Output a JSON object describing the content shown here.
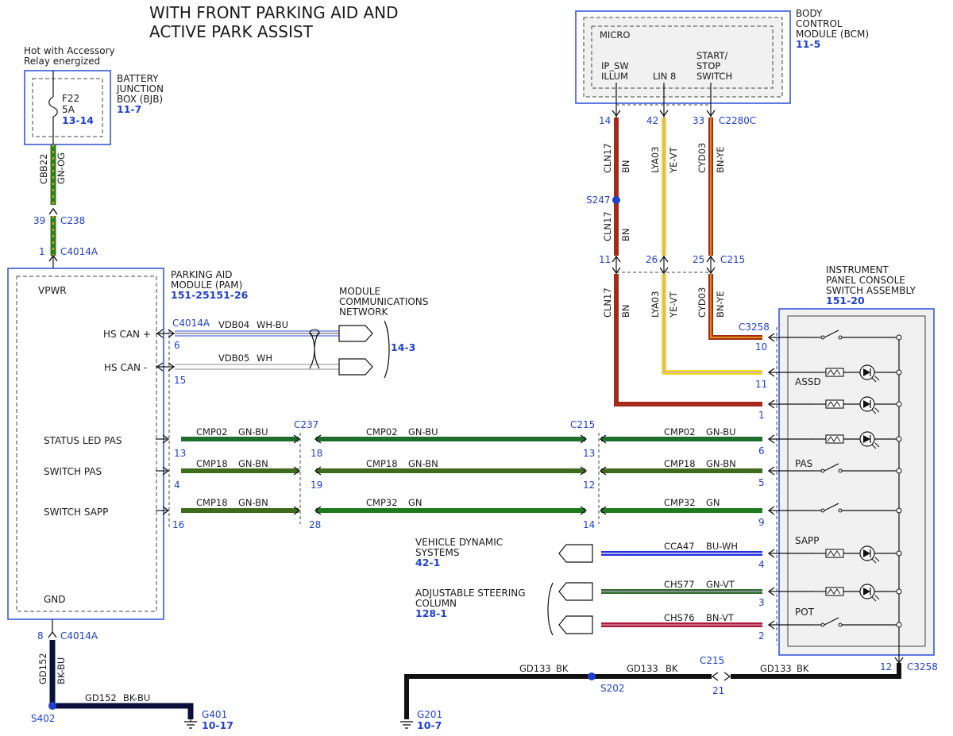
{
  "title": [
    "WITH FRONT PARKING AID AND",
    "ACTIVE PARK ASSIST"
  ],
  "colors": {
    "GN-OG": [
      "#2e7d1e",
      "#e9a21b"
    ],
    "BN": [
      "#a52a1a",
      "#a52a1a"
    ],
    "YE-VT": [
      "#f2dc1c",
      "#c9a0dc"
    ],
    "BN-YE": [
      "#a52a1a",
      "#f2b400"
    ],
    "WH-BU": [
      "#ffffff",
      "#2b4fd8"
    ],
    "WH": [
      "#ffffff",
      "#ffffff"
    ],
    "GN-BU": [
      "#1f6e2e",
      "#1f6e2e"
    ],
    "GN-BN": [
      "#3f6b1c",
      "#3f6b1c"
    ],
    "GN": [
      "#1f7a1f",
      "#1f7a1f"
    ],
    "BU-WH": [
      "#2430d8",
      "#ffffff"
    ],
    "GN-VT": [
      "#2f6e2a",
      "#b7a2d8"
    ],
    "BN-VT": [
      "#b0183c",
      "#d09ab0"
    ],
    "BK": [
      "#111111",
      "#111111"
    ],
    "BK-BU": [
      "#0a0f3c",
      "#0a0f3c"
    ],
    "box_border": "#2b4fd8",
    "pin_text": "#1f3fd1"
  },
  "power_note": [
    "Hot with Accessory",
    "Relay energized"
  ],
  "bjb": {
    "name": [
      "BATTERY",
      "JUNCTION",
      "BOX (BJB)"
    ],
    "ref": "11-7",
    "fuse": "F22",
    "rating": "5A",
    "fuse_ref": "13-14"
  },
  "pam": {
    "name": [
      "PARKING AID",
      "MODULE (PAM)"
    ],
    "ref": "151-25151-26",
    "vpwr": "VPWR",
    "gnd": "GND",
    "signals": [
      "HS CAN +",
      "HS CAN -",
      "STATUS LED PAS",
      "SWITCH PAS",
      "SWITCH SAPP"
    ]
  },
  "network": {
    "name": [
      "MODULE",
      "COMMUNICATIONS",
      "NETWORK"
    ],
    "ref": "14-3"
  },
  "bcm": {
    "name": [
      "BODY",
      "CONTROL",
      "MODULE (BCM)"
    ],
    "ref": "11-5",
    "micro": "MICRO",
    "pins": [
      [
        "IP_SW",
        "ILLUM"
      ],
      [
        "LIN 8"
      ],
      [
        "START/",
        "STOP",
        "SWITCH"
      ]
    ]
  },
  "ipc": {
    "name": [
      "INSTRUMENT",
      "PANEL CONSOLE",
      "SWITCH ASSEMBLY"
    ],
    "ref": "151-20",
    "labels": [
      "ASSD",
      "PAS",
      "SAPP",
      "POT"
    ]
  },
  "vds": {
    "name": [
      "VEHICLE DYNAMIC",
      "SYSTEMS"
    ],
    "ref": "42-1"
  },
  "asc": {
    "name": [
      "ADJUSTABLE STEERING",
      "COLUMN"
    ],
    "ref": "128-1"
  },
  "connectors": {
    "c238": "C238",
    "c4014a": "C4014A",
    "c2280c": "C2280C",
    "c215": "C215",
    "c237": "C237",
    "c3258": "C3258"
  },
  "pins": {
    "c238_39": "39",
    "c4014a_1": "1",
    "c4014a_6": "6",
    "c4014a_15": "15",
    "c4014a_13": "13",
    "c4014a_4": "4",
    "c4014a_16": "16",
    "c4014a_8": "8",
    "c237_18": "18",
    "c237_19": "19",
    "c237_28": "28",
    "c215_13": "13",
    "c215_12": "12",
    "c215_14": "14",
    "c215_11": "11",
    "c215_26": "26",
    "c215_25": "25",
    "c215_21": "21",
    "c2280c_14": "14",
    "c2280c_42": "42",
    "c2280c_33": "33",
    "c3258_10": "10",
    "c3258_11": "11",
    "c3258_1": "1",
    "c3258_6": "6",
    "c3258_5": "5",
    "c3258_9": "9",
    "c3258_4": "4",
    "c3258_3": "3",
    "c3258_2": "2",
    "c3258_12": "12"
  },
  "splices": {
    "s247": "S247",
    "s402": "S402",
    "s202": "S202"
  },
  "grounds": {
    "g401": "G401",
    "g401_ref": "10-17",
    "g201": "G201",
    "g201_ref": "10-7"
  },
  "wires": [
    {
      "circuit": "CBB22",
      "color": "GN-OG"
    },
    {
      "circuit": "VDB04",
      "color": "WH-BU"
    },
    {
      "circuit": "VDB05",
      "color": "WH"
    },
    {
      "circuit": "CLN17",
      "color": "BN"
    },
    {
      "circuit": "LYA03",
      "color": "YE-VT"
    },
    {
      "circuit": "CYD03",
      "color": "BN-YE"
    },
    {
      "circuit": "CMP02",
      "color": "GN-BU"
    },
    {
      "circuit": "CMP18",
      "color": "GN-BN"
    },
    {
      "circuit": "CMP32",
      "color": "GN"
    },
    {
      "circuit": "CCA47",
      "color": "BU-WH"
    },
    {
      "circuit": "CHS77",
      "color": "GN-VT"
    },
    {
      "circuit": "CHS76",
      "color": "BN-VT"
    },
    {
      "circuit": "GD152",
      "color": "BK-BU"
    },
    {
      "circuit": "GD133",
      "color": "BK"
    }
  ]
}
